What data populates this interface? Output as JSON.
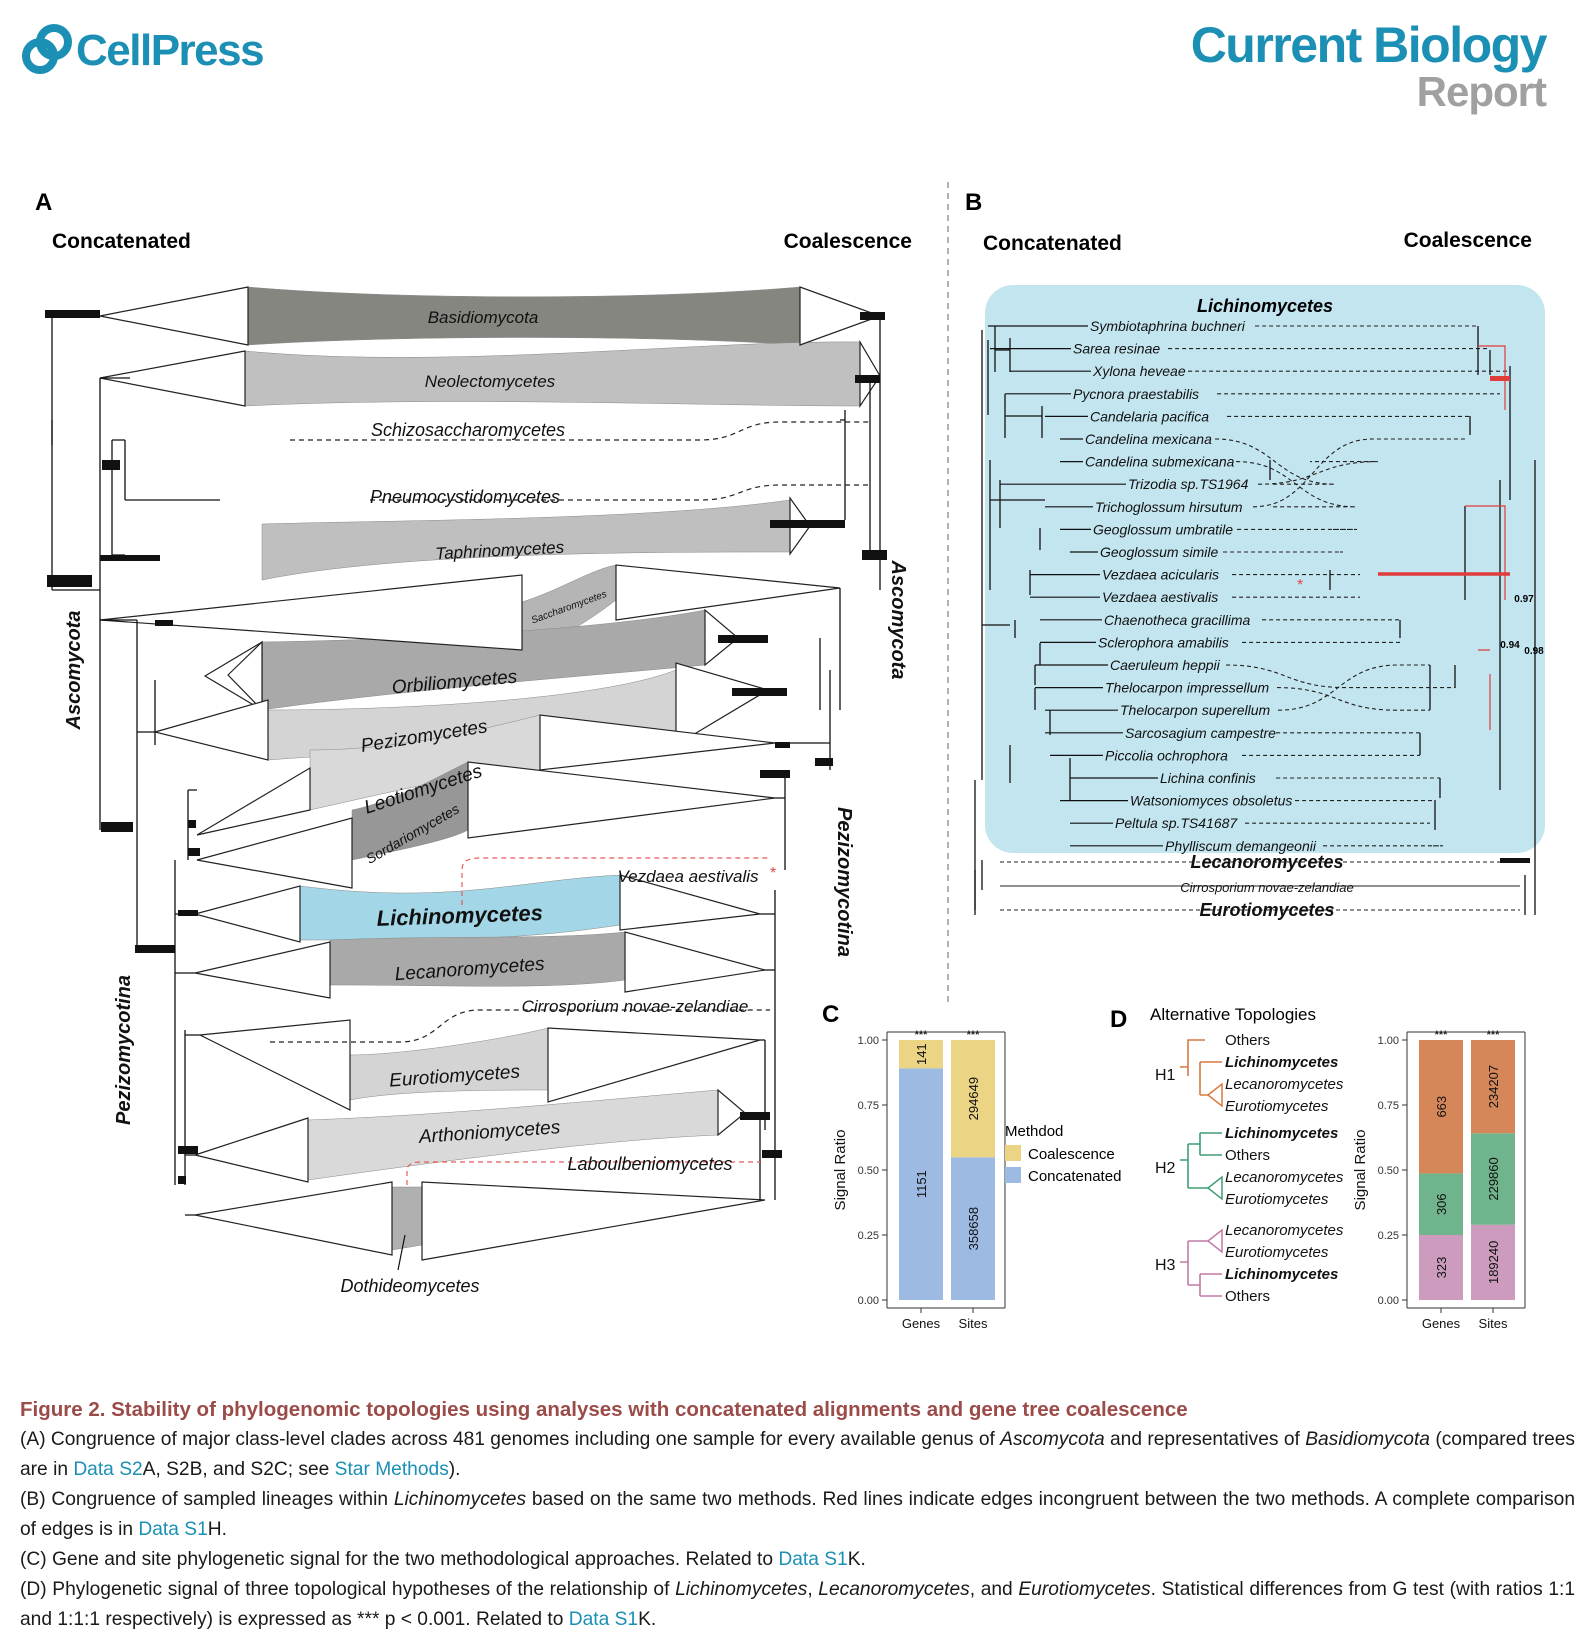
{
  "header": {
    "publisher": "CellPress",
    "journal": "Current Biology",
    "article_type": "Report"
  },
  "panels": {
    "A": {
      "label": "A",
      "left_title": "Concatenated",
      "right_title": "Coalescence",
      "clades": [
        "Basidiomycota",
        "Neolectomycetes",
        "Schizosaccharomycetes",
        "Pneumocystidomycetes",
        "Taphrinomycetes",
        "Saccharomycetes",
        "Orbiliomycetes",
        "Pezizomycetes",
        "Leotiomycetes",
        "Sordariomycetes",
        "Vezdaea aestivalis",
        "*",
        "Lichinomycetes",
        "Lecanoromycetes",
        "Cirrosporium novae-zelandiae",
        "Eurotiomycetes",
        "Arthoniomycetes",
        "Laboulbeniomycetes",
        "Dothideomycetes"
      ],
      "group_labels": [
        "Ascomycota",
        "Pezizomycotina",
        "Ascomycota",
        "Pezizomycotina"
      ]
    },
    "B": {
      "label": "B",
      "left_title": "Concatenated",
      "right_title": "Coalescence",
      "box_title": "Lichinomycetes",
      "taxa": [
        "Symbiotaphrina buchneri",
        "Sarea resinae",
        "Xylona heveae",
        "Pycnora praestabilis",
        "Candelaria pacifica",
        "Candelina mexicana",
        "Candelina submexicana",
        "Trizodia sp.TS1964",
        "Trichoglossum hirsutum",
        "Geoglossum umbratile",
        "Geoglossum simile",
        "Vezdaea acicularis",
        "Vezdaea aestivalis",
        "Chaenotheca gracillima",
        "Sclerophora amabilis",
        "Caeruleum heppii",
        "Thelocarpon impressellum",
        "Thelocarpon superellum",
        "Sarcosagium campestre",
        "Piccolia ochrophora",
        "Lichina confinis",
        "Watsoniomyces obsoletus",
        "Peltula sp.TS41687",
        "Phylliscum demangeonii"
      ],
      "outgroups": [
        "Lecanoromycetes",
        "Cirrosporium novae-zelandiae",
        "Eurotiomycetes"
      ],
      "asterisk": "*",
      "support": [
        "0.97",
        "0.94",
        "0.98"
      ]
    },
    "C": {
      "label": "C",
      "legend_title": "Methdod",
      "legend": [
        "Coalescence",
        "Concatenated"
      ],
      "colors": {
        "Coalescence": "#ebd584",
        "Concatenated": "#9dbae2"
      },
      "sig": [
        "***",
        "***"
      ]
    },
    "D": {
      "label": "D",
      "title": "Alternative Topologies",
      "hypotheses": [
        {
          "name": "H1",
          "color": "#d97a3f",
          "taxa": [
            "Others",
            "Lichinomycetes",
            "Lecanoromycetes",
            "Eurotiomycetes"
          ]
        },
        {
          "name": "H2",
          "color": "#3f9d74",
          "taxa": [
            "Lichinomycetes",
            "Others",
            "Lecanoromycetes",
            "Eurotiomycetes"
          ]
        },
        {
          "name": "H3",
          "color": "#c47aa6",
          "taxa": [
            "Lecanoromycetes",
            "Eurotiomycetes",
            "Lichinomycetes",
            "Others"
          ]
        }
      ],
      "sig": [
        "***",
        "***"
      ]
    }
  },
  "chart_data": [
    {
      "type": "bar",
      "stacked": true,
      "categories": [
        "Genes",
        "Sites"
      ],
      "ylabel": "Signal Ratio",
      "xlabel": "",
      "ylim": [
        0,
        1
      ],
      "yticks": [
        "0.00",
        "0.25",
        "0.50",
        "0.75",
        "1.00"
      ],
      "series": [
        {
          "name": "Concatenated",
          "color": "#9dbae2",
          "counts": [
            1151,
            358658
          ]
        },
        {
          "name": "Coalescence",
          "color": "#ebd584",
          "counts": [
            141,
            294649
          ]
        }
      ]
    },
    {
      "type": "bar",
      "stacked": true,
      "categories": [
        "Genes",
        "Sites"
      ],
      "ylabel": "Signal Ratio",
      "xlabel": "",
      "ylim": [
        0,
        1
      ],
      "yticks": [
        "0.00",
        "0.25",
        "0.50",
        "0.75",
        "1.00"
      ],
      "series": [
        {
          "color": "#cc9bbd",
          "counts": [
            323,
            189240
          ]
        },
        {
          "color": "#6fb48c",
          "counts": [
            306,
            229860
          ]
        },
        {
          "color": "#d5875a",
          "counts": [
            663,
            234207
          ]
        }
      ]
    }
  ],
  "caption": {
    "title": "Figure 2.  Stability of phylogenomic topologies using analyses with concatenated alignments and gene tree coalescence",
    "A": {
      "t1": "(A) Congruence of major class-level clades across 481 genomes including one sample for every available genus of ",
      "i1": "Ascomycota",
      "t2": " and representatives of ",
      "i2": "Basidiomycota",
      "t3": " (compared trees are in ",
      "l1": "Data S2",
      "t4": "A, S2B, and S2C; see ",
      "l2": "Star Methods",
      "t5": ")."
    },
    "B": {
      "t1": "(B) Congruence of sampled lineages within ",
      "i1": "Lichinomycetes",
      "t2": " based on the same two methods. Red lines indicate edges incongruent between the two methods. A complete comparison of edges is in ",
      "l1": "Data S1",
      "t3": "H."
    },
    "C": {
      "t1": "(C) Gene and site phylogenetic signal for the two methodological approaches. Related to ",
      "l1": "Data S1",
      "t2": "K."
    },
    "D": {
      "t1": "(D) Phylogenetic signal of three topological hypotheses of the relationship of ",
      "i1": "Lichinomycetes",
      "t2": ", ",
      "i2": "Lecanoromycetes",
      "t3": ", and ",
      "i3": "Eurotiomycetes",
      "t4": ". Statistical differences from G test (with ratios 1:1 and 1:1:1 respectively) is expressed as *** p < 0.001. Related to ",
      "l1": "Data S1",
      "t5": "K."
    }
  }
}
